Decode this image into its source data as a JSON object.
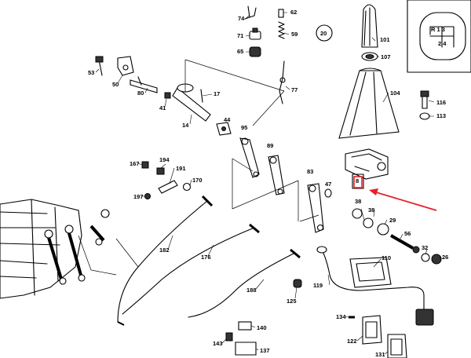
{
  "callouts": [
    {
      "id": "74",
      "text": "74"
    },
    {
      "id": "62",
      "text": "62"
    },
    {
      "id": "71",
      "text": "71"
    },
    {
      "id": "59",
      "text": "59"
    },
    {
      "id": "65",
      "text": "65"
    },
    {
      "id": "20",
      "text": "20"
    },
    {
      "id": "101",
      "text": "101"
    },
    {
      "id": "107",
      "text": "107"
    },
    {
      "id": "53",
      "text": "53"
    },
    {
      "id": "50",
      "text": "50"
    },
    {
      "id": "80",
      "text": "80"
    },
    {
      "id": "41",
      "text": "41"
    },
    {
      "id": "17",
      "text": "17"
    },
    {
      "id": "14",
      "text": "14"
    },
    {
      "id": "77",
      "text": "77"
    },
    {
      "id": "104",
      "text": "104"
    },
    {
      "id": "116",
      "text": "116"
    },
    {
      "id": "113",
      "text": "113"
    },
    {
      "id": "44",
      "text": "44"
    },
    {
      "id": "95",
      "text": "95"
    },
    {
      "id": "89",
      "text": "89"
    },
    {
      "id": "167",
      "text": "167"
    },
    {
      "id": "194",
      "text": "194"
    },
    {
      "id": "191",
      "text": "191"
    },
    {
      "id": "170",
      "text": "170"
    },
    {
      "id": "197",
      "text": "197"
    },
    {
      "id": "83",
      "text": "83"
    },
    {
      "id": "47",
      "text": "47"
    },
    {
      "id": "8",
      "text": "8"
    },
    {
      "id": "38a",
      "text": "38"
    },
    {
      "id": "38b",
      "text": "38"
    },
    {
      "id": "29",
      "text": "29"
    },
    {
      "id": "56",
      "text": "56"
    },
    {
      "id": "32",
      "text": "32"
    },
    {
      "id": "26",
      "text": "26"
    },
    {
      "id": "182",
      "text": "182"
    },
    {
      "id": "176",
      "text": "176"
    },
    {
      "id": "110",
      "text": "110"
    },
    {
      "id": "119",
      "text": "119"
    },
    {
      "id": "188",
      "text": "188"
    },
    {
      "id": "125",
      "text": "125"
    },
    {
      "id": "140",
      "text": "140"
    },
    {
      "id": "134",
      "text": "134"
    },
    {
      "id": "143",
      "text": "143"
    },
    {
      "id": "137",
      "text": "137"
    },
    {
      "id": "122",
      "text": "122"
    },
    {
      "id": "131",
      "text": "131"
    }
  ],
  "shift_pattern": {
    "top": "R  1  3",
    "bottom": "2  4"
  },
  "colors": {
    "ink": "#000000",
    "highlight": "#e8202a",
    "paper": "#ffffff"
  }
}
